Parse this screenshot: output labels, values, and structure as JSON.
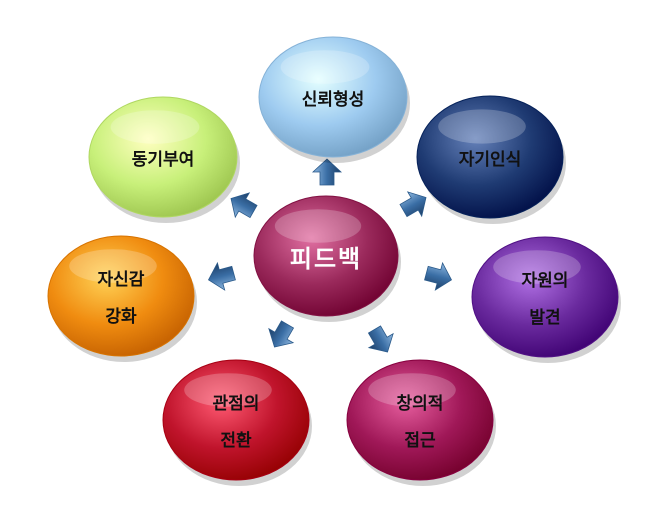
{
  "center": {
    "label": "피드백",
    "color": "#9b2a5c"
  },
  "nodes": [
    {
      "id": "trust",
      "lines": [
        "신뢰형성"
      ],
      "color": "#9ecbf0",
      "text": "#111111"
    },
    {
      "id": "self-aware",
      "lines": [
        "자기인식"
      ],
      "color": "#1f3b73",
      "text": "#111111"
    },
    {
      "id": "resources",
      "lines": [
        "자원의",
        "발견"
      ],
      "color": "#6a2a9e",
      "text": "#111111"
    },
    {
      "id": "creative",
      "lines": [
        "창의적",
        "접근"
      ],
      "color": "#a01858",
      "text": "#111111"
    },
    {
      "id": "perspective",
      "lines": [
        "관점의",
        "전환"
      ],
      "color": "#c0142c",
      "text": "#111111"
    },
    {
      "id": "confidence",
      "lines": [
        "자신감",
        "강화"
      ],
      "color": "#f08c10",
      "text": "#111111"
    },
    {
      "id": "motivation",
      "lines": [
        "동기부여"
      ],
      "color": "#c8f07a",
      "text": "#111111"
    }
  ],
  "arrow_color": "#3a6ea5"
}
